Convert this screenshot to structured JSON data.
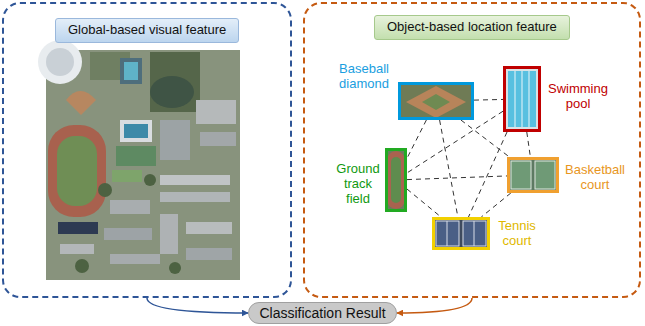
{
  "diagram": {
    "nodes": [
      {
        "text": [
          "Global-based visual feature"
        ]
      },
      {
        "text": [
          "Object-based location feature"
        ]
      },
      {
        "text": [
          "Baseball diamond"
        ],
        "in": 1
      },
      {
        "text": [
          "Swimming pool"
        ],
        "in": 1
      },
      {
        "text": [
          "Ground track field"
        ],
        "in": 1
      },
      {
        "text": [
          "Basketball court"
        ],
        "in": 1
      },
      {
        "text": [
          "Tennis court"
        ],
        "in": 1
      },
      {
        "text": [
          "Classification Result"
        ]
      }
    ],
    "edges": [
      {
        "from": 2,
        "to": 3,
        "arrow": "none"
      },
      {
        "from": 2,
        "to": 4,
        "arrow": "none"
      },
      {
        "from": 2,
        "to": 5,
        "arrow": "none"
      },
      {
        "from": 2,
        "to": 6,
        "arrow": "none"
      },
      {
        "from": 3,
        "to": 4,
        "arrow": "none"
      },
      {
        "from": 3,
        "to": 5,
        "arrow": "none"
      },
      {
        "from": 3,
        "to": 6,
        "arrow": "none"
      },
      {
        "from": 4,
        "to": 5,
        "arrow": "none"
      },
      {
        "from": 4,
        "to": 6,
        "arrow": "none"
      },
      {
        "from": 5,
        "to": 6,
        "arrow": "none"
      },
      {
        "from": 0,
        "to": 7,
        "arrow": "to"
      },
      {
        "from": 1,
        "to": 7,
        "arrow": "to"
      }
    ]
  }
}
